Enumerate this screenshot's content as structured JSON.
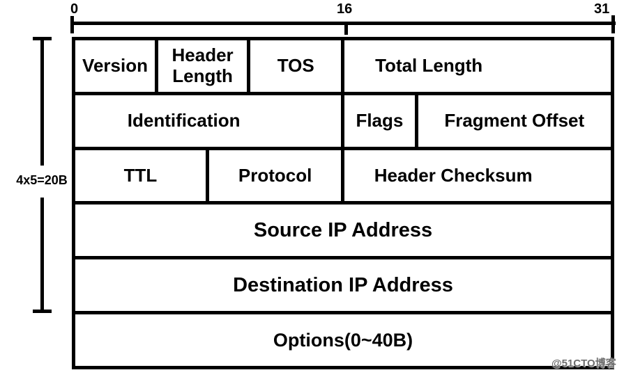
{
  "ruler": {
    "tick_labels": [
      "0",
      "16",
      "31"
    ]
  },
  "bracket": {
    "label": "4x5=20B"
  },
  "diagram": {
    "rows": [
      {
        "cells": [
          {
            "label": "Version"
          },
          {
            "label": "Header Length"
          },
          {
            "label": "TOS"
          },
          {
            "label": "Total Length"
          }
        ]
      },
      {
        "cells": [
          {
            "label": "Identification"
          },
          {
            "label": "Flags"
          },
          {
            "label": "Fragment Offset"
          }
        ]
      },
      {
        "cells": [
          {
            "label": "TTL"
          },
          {
            "label": "Protocol"
          },
          {
            "label": "Header Checksum"
          }
        ]
      },
      {
        "cells": [
          {
            "label": "Source IP Address"
          }
        ]
      },
      {
        "cells": [
          {
            "label": "Destination IP Address"
          }
        ]
      },
      {
        "cells": [
          {
            "label": "Options(0~40B)"
          }
        ]
      }
    ]
  },
  "watermark": "@51CTO博客"
}
